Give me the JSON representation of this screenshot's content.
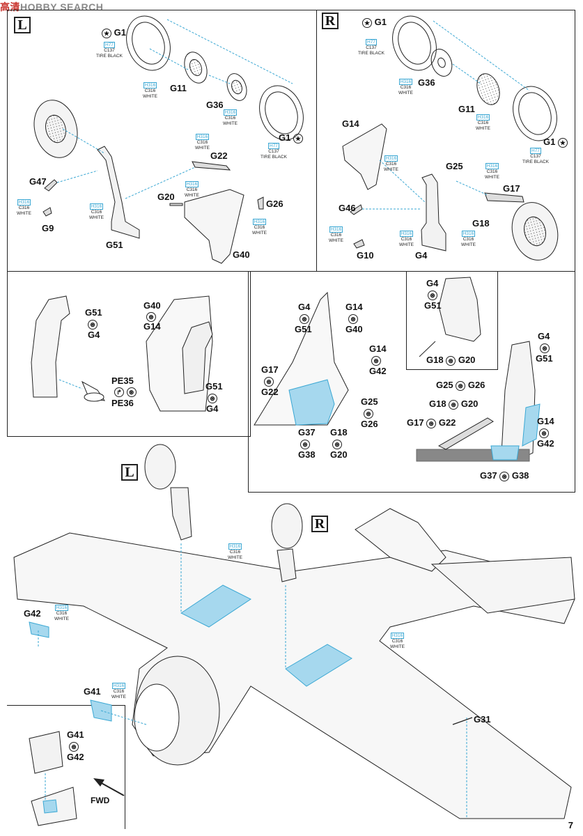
{
  "watermark": {
    "left": "高清",
    "brand": "HOBBY",
    "right": "SEARCH"
  },
  "page_number": "7",
  "box_letters": {
    "left_top": "L",
    "right_top": "R",
    "left_main": "L",
    "right_main": "R"
  },
  "paint": {
    "tire_black": {
      "h": "H77",
      "c": "C137",
      "name": "TIRE BLACK"
    },
    "white": {
      "h": "H316",
      "c": "C316",
      "name": "WHITE"
    }
  },
  "parts": {
    "G1": "G1",
    "G11": "G11",
    "G36": "G36",
    "G22": "G22",
    "G20": "G20",
    "G26": "G26",
    "G47": "G47",
    "G9": "G9",
    "G51": "G51",
    "G40": "G40",
    "G14": "G14",
    "G25": "G25",
    "G17": "G17",
    "G46": "G46",
    "G18": "G18",
    "G10": "G10",
    "G4": "G4",
    "PE35": "PE35",
    "PE36": "PE36",
    "G42": "G42",
    "G37": "G37",
    "G38": "G38",
    "G41": "G41",
    "G31": "G31"
  },
  "fwd_label": "FWD"
}
